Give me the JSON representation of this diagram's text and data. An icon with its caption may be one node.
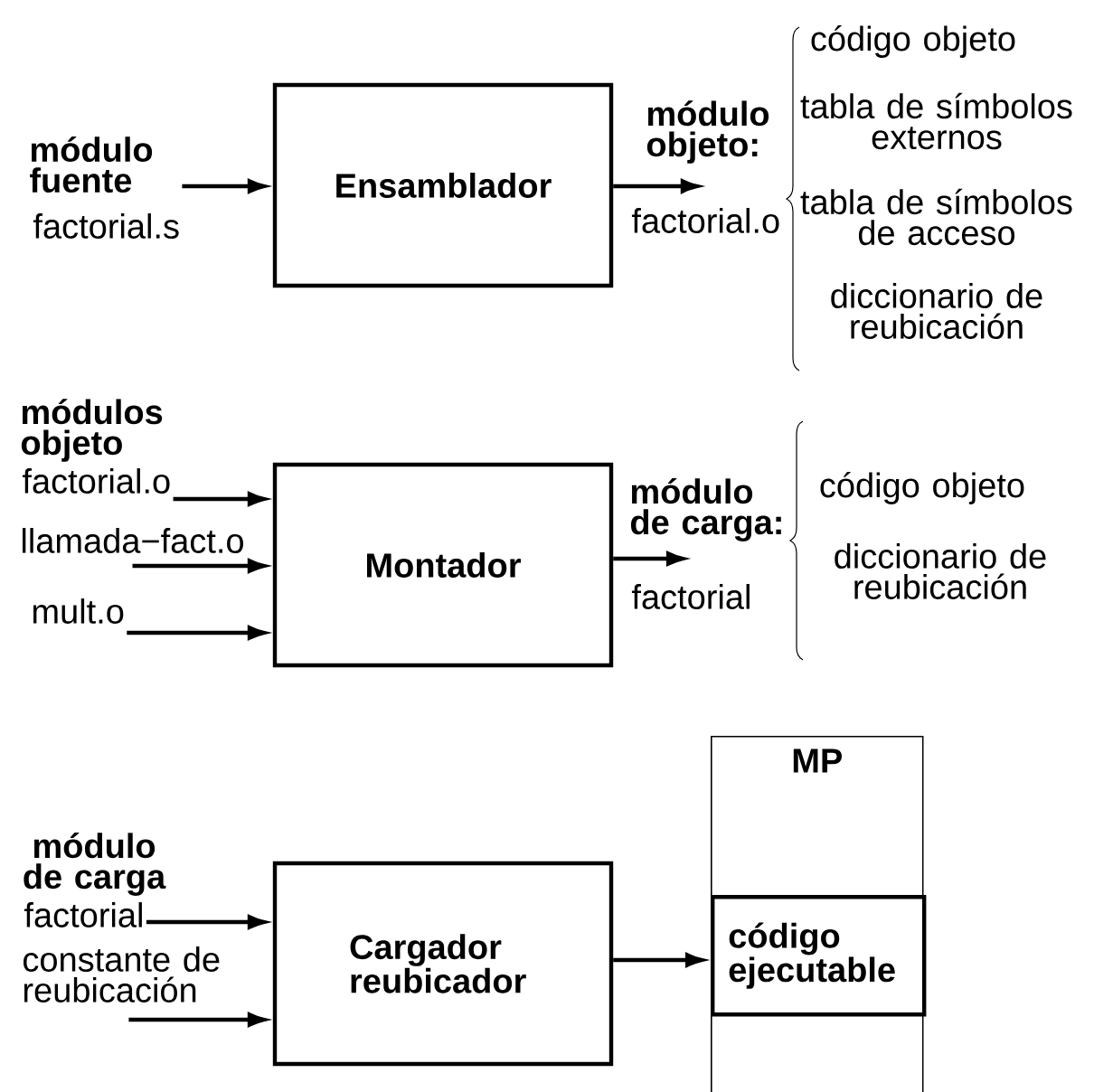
{
  "diagram": {
    "nodes": [
      {
        "text": [
          "factorial.s"
        ]
      },
      {
        "text": [
          "Ensamblador"
        ]
      },
      {
        "text": [
          "factorial.o"
        ]
      },
      {
        "text": [
          "factorial.o"
        ]
      },
      {
        "text": [
          "llamada−fact.o"
        ]
      },
      {
        "text": [
          "mult.o"
        ]
      },
      {
        "text": [
          "Montador"
        ]
      },
      {
        "text": [
          "factorial"
        ]
      },
      {
        "text": [
          "factorial"
        ]
      },
      {
        "text": [
          "constante de reubicación"
        ]
      },
      {
        "text": [
          "Cargador reubicador"
        ]
      },
      {
        "text": [
          "MP"
        ]
      },
      {
        "text": [
          "código ejecutable"
        ],
        "in": 11
      }
    ],
    "edges": [
      {
        "from": 0,
        "to": 1,
        "arrow": "to"
      },
      {
        "from": 1,
        "to": 2,
        "arrow": "to"
      },
      {
        "from": 3,
        "to": 6,
        "arrow": "to"
      },
      {
        "from": 4,
        "to": 6,
        "arrow": "to"
      },
      {
        "from": 5,
        "to": 6,
        "arrow": "to"
      },
      {
        "from": 6,
        "to": 7,
        "arrow": "to"
      },
      {
        "from": 8,
        "to": 10,
        "arrow": "to"
      },
      {
        "from": 9,
        "to": 10,
        "arrow": "to"
      },
      {
        "from": 10,
        "to": 12,
        "arrow": "to"
      }
    ],
    "labels": [
      "módulo fuente",
      "módulo objeto:",
      "código objeto",
      "tabla de símbolos externos",
      "tabla de símbolos de acceso",
      "diccionario de reubicación",
      "módulos objeto",
      "módulo de carga:",
      "código objeto",
      "diccionario de reubicación",
      "módulo de carga"
    ]
  }
}
